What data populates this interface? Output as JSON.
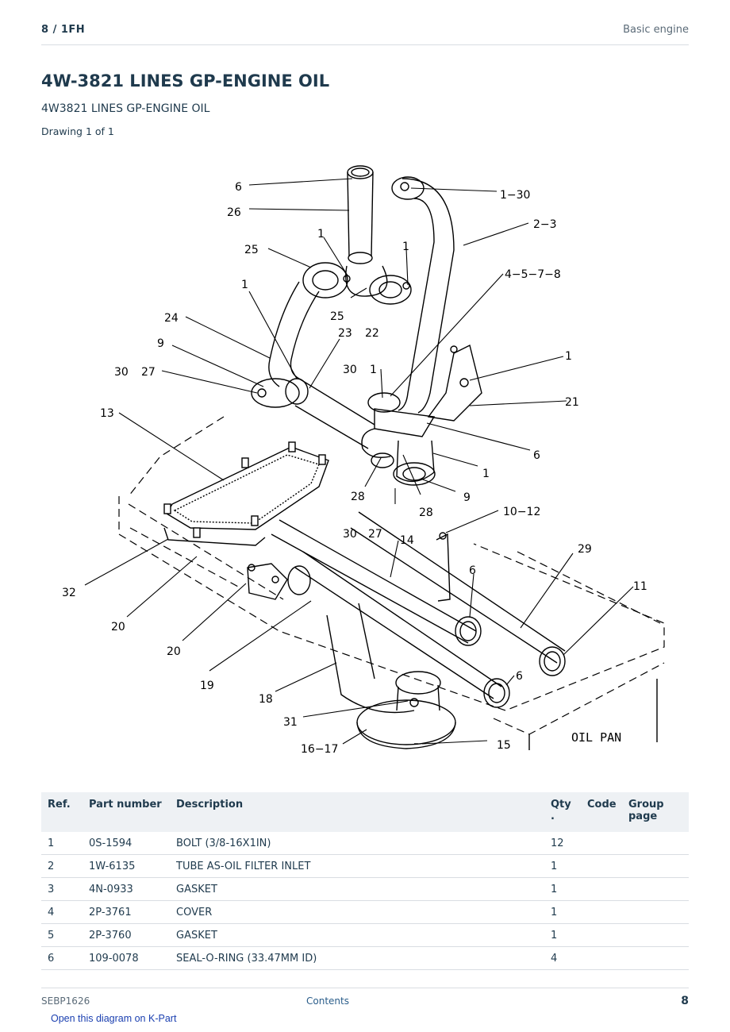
{
  "header": {
    "page_ref": "8  /  1FH",
    "section": "Basic engine"
  },
  "title": "4W-3821 LINES GP-ENGINE OIL",
  "subtitle": "4W3821 LINES GP-ENGINE OIL",
  "drawing_label": "Drawing 1 of 1",
  "diagram": {
    "callouts": [
      "6",
      "26",
      "1",
      "25",
      "1",
      "25",
      "1",
      "24",
      "9",
      "30",
      "27",
      "23",
      "22",
      "30",
      "1",
      "1−30",
      "2−3",
      "4−5−7−8",
      "1",
      "21",
      "13",
      "6",
      "1",
      "28",
      "28",
      "9",
      "30",
      "27",
      "10−12",
      "14",
      "29",
      "6",
      "11",
      "32",
      "20",
      "20",
      "19",
      "18",
      "6",
      "31",
      "16−17",
      "15"
    ],
    "label": "OIL  PAN"
  },
  "table": {
    "headers": {
      "ref": "Ref.",
      "part_number": "Part number",
      "description": "Description",
      "qty": "Qty\n.",
      "code": "Code",
      "group_page": "Group page"
    },
    "rows": [
      {
        "ref": "1",
        "part_number": "0S-1594",
        "description": "BOLT (3/8-16X1IN)",
        "qty": "12"
      },
      {
        "ref": "2",
        "part_number": "1W-6135",
        "description": "TUBE AS-OIL FILTER INLET",
        "qty": "1"
      },
      {
        "ref": "3",
        "part_number": "4N-0933",
        "description": "GASKET",
        "qty": "1"
      },
      {
        "ref": "4",
        "part_number": "2P-3761",
        "description": "COVER",
        "qty": "1"
      },
      {
        "ref": "5",
        "part_number": "2P-3760",
        "description": "GASKET",
        "qty": "1"
      },
      {
        "ref": "6",
        "part_number": "109-0078",
        "description": "SEAL-O-RING (33.47MM ID)",
        "qty": "4"
      }
    ]
  },
  "footer": {
    "doc_id": "SEBP1626",
    "contents_link": "Contents",
    "page_number": "8"
  },
  "kpart_link": "Open this diagram on K-Part"
}
